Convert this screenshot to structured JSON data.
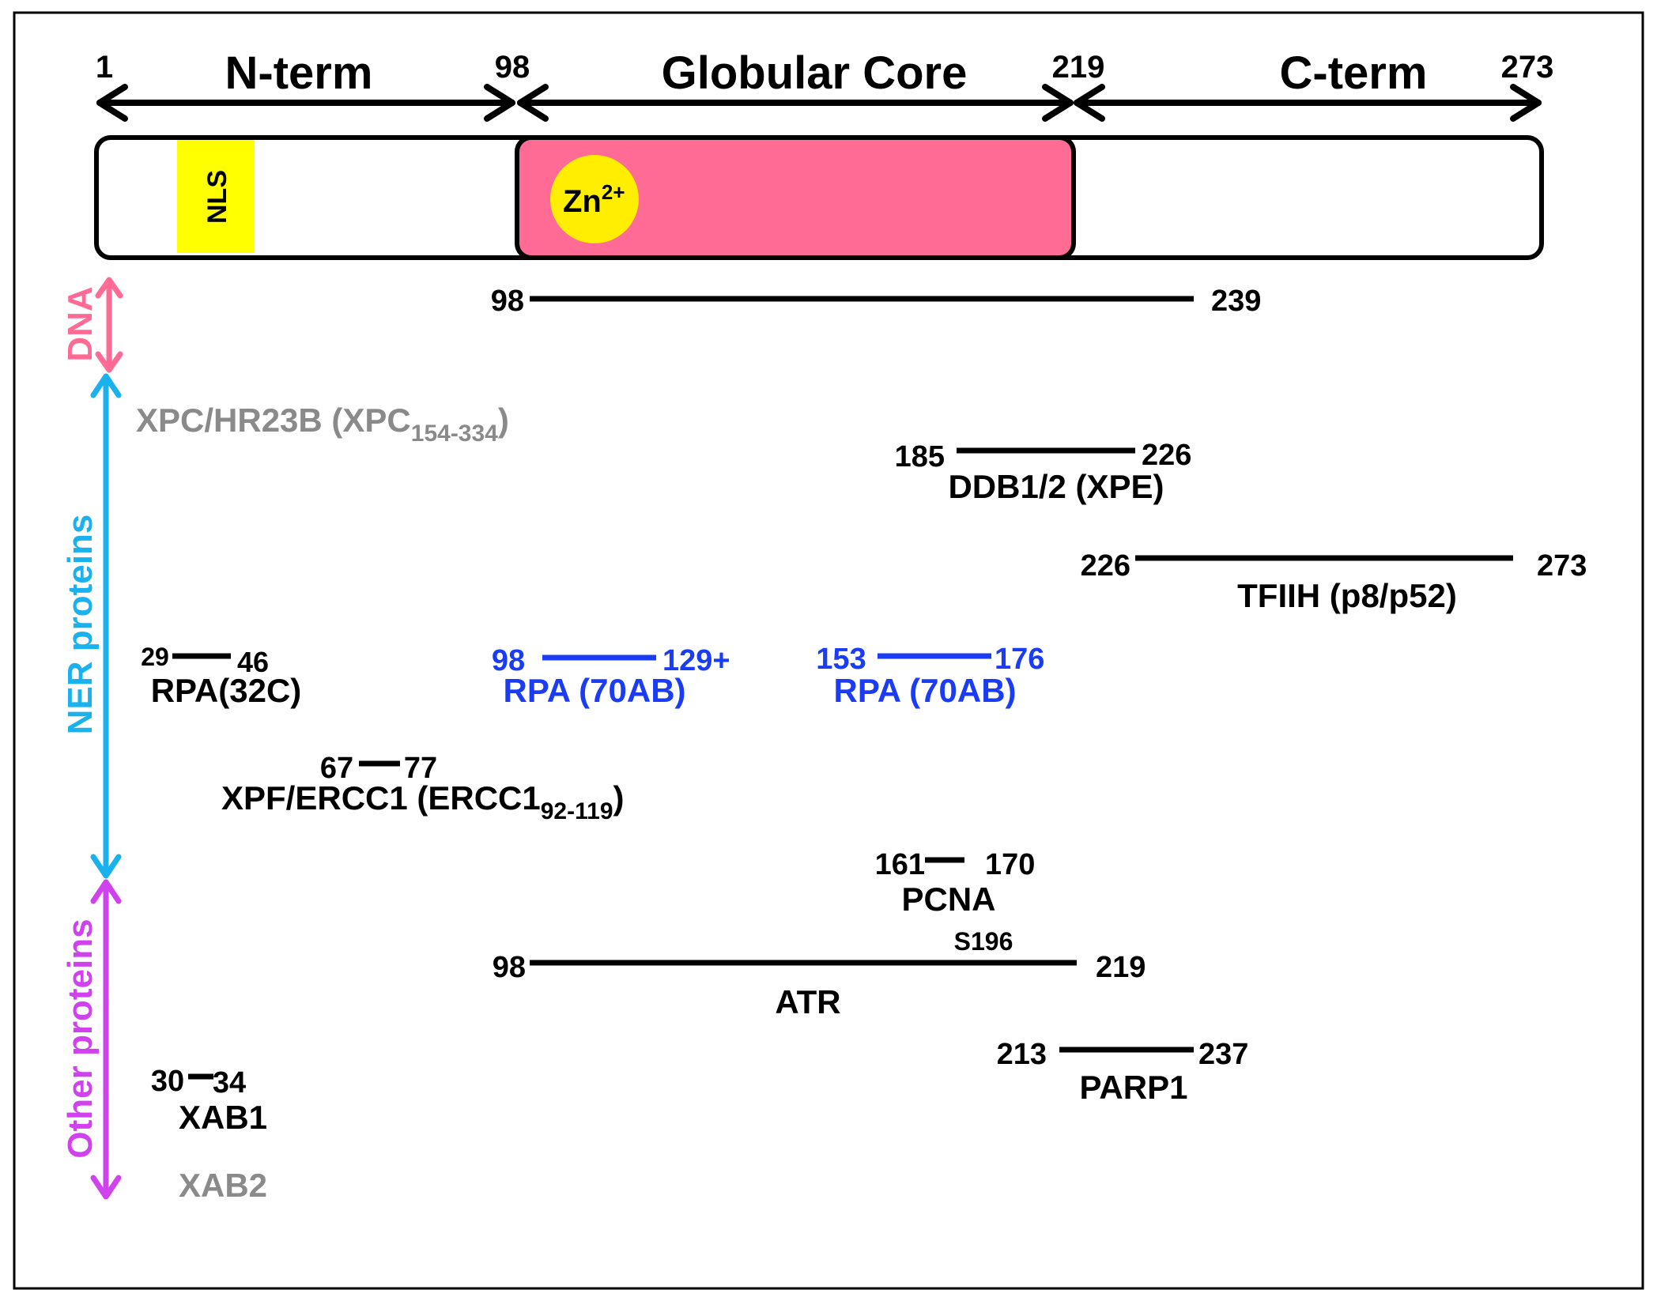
{
  "domains": {
    "n_term": {
      "label": "N-term",
      "start": "1",
      "end": "98"
    },
    "core": {
      "label": "Globular Core",
      "start": "98",
      "end": "219"
    },
    "c_term": {
      "label": "C-term",
      "start": "219",
      "end": "273"
    },
    "nls": "NLS",
    "zinc": {
      "base": "Zn",
      "sup": "2+"
    }
  },
  "categories": {
    "dna": {
      "label": "DNA",
      "color": "#ff6b95"
    },
    "ner": {
      "label": "NER proteins",
      "color": "#1ab2ee"
    },
    "other": {
      "label": "Other proteins",
      "color": "#d042ee"
    }
  },
  "colors": {
    "core_fill": "#ff6b95",
    "nls_fill": "#ffff00",
    "zinc_fill": "#ffee00",
    "blue": "#1a3cf5",
    "gray": "#8a8a8a",
    "black": "#000000"
  },
  "interactions": {
    "dna": {
      "start": "98",
      "end": "239"
    },
    "xpc": {
      "label": "XPC/HR23B (XPC",
      "sub": "154-334",
      "tail": ")"
    },
    "ddb": {
      "start": "185",
      "end": "226",
      "label": "DDB1/2 (XPE)"
    },
    "tfiih": {
      "start": "226",
      "end": "273",
      "label": "TFIIH (p8/p52)"
    },
    "rpa32": {
      "start": "29",
      "end": "46",
      "label": "RPA(32C)"
    },
    "rpa70_a": {
      "start": "98",
      "end": "129+",
      "label": "RPA (70AB)"
    },
    "rpa70_b": {
      "start": "153",
      "end": "176",
      "label": "RPA (70AB)"
    },
    "xpf": {
      "start": "67",
      "end": "77",
      "label": "XPF/ERCC1 (ERCC1",
      "sub": "92-119",
      "tail": ")"
    },
    "pcna": {
      "start": "161",
      "end": "170",
      "label": "PCNA"
    },
    "atr": {
      "start": "98",
      "end": "219",
      "label": "ATR",
      "site": "S196"
    },
    "parp1": {
      "start": "213",
      "end": "237",
      "label": "PARP1"
    },
    "xab1": {
      "start": "30",
      "end": "34",
      "label": "XAB1"
    },
    "xab2": {
      "label": "XAB2"
    }
  }
}
